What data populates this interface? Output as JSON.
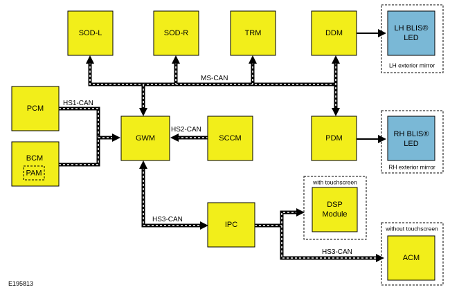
{
  "modules": {
    "sod_l": "SOD-L",
    "sod_r": "SOD-R",
    "trm": "TRM",
    "ddm": "DDM",
    "pcm": "PCM",
    "bcm": "BCM",
    "pam": "PAM",
    "gwm": "GWM",
    "sccm": "SCCM",
    "pdm": "PDM",
    "ipc": "IPC",
    "dsp_line1": "DSP",
    "dsp_line2": "Module",
    "acm": "ACM"
  },
  "leds": {
    "lh_line1": "LH BLIS®",
    "lh_line2": "LED",
    "rh_line1": "RH BLIS®",
    "rh_line2": "LED"
  },
  "group_labels": {
    "lh_mirror": "LH exterior mirror",
    "rh_mirror": "RH exterior mirror",
    "with_touchscreen": "with touchscreen",
    "without_touchscreen": "without touchscreen"
  },
  "bus_labels": {
    "ms_can": "MS-CAN",
    "hs1_can": "HS1-CAN",
    "hs2_can": "HS2-CAN",
    "hs3_can_gwm": "HS3-CAN",
    "hs3_can_acm": "HS3-CAN"
  },
  "figure_id": "E195813"
}
